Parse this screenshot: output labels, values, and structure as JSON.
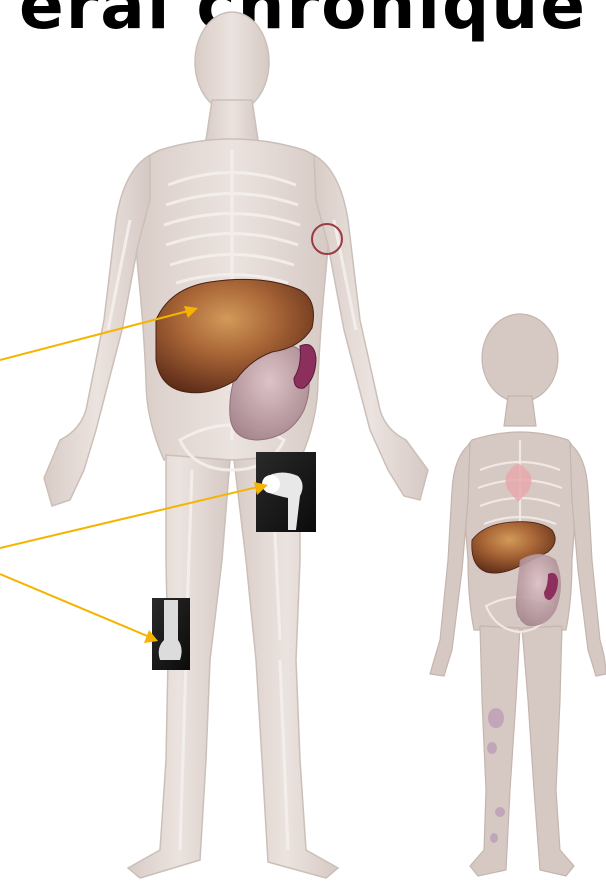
{
  "title_fragment": "éral chronique",
  "colors": {
    "body_skin": "#e7ddd8",
    "body_shadow": "#cfc3bd",
    "bone": "#f2eeeb",
    "liver": "#8b4a2c",
    "liver_highlight": "#c98a4b",
    "spleen": "#8d2f5c",
    "stomach": "#c7a7ad",
    "arrow": "#f5b400",
    "xray_bg": "#111111",
    "circle": "#9b3b44"
  },
  "figures": [
    {
      "name": "adult",
      "parts": [
        "skeleton",
        "liver",
        "spleen",
        "stomach",
        "femur-xray",
        "knee-xray",
        "elbow-marker"
      ]
    },
    {
      "name": "child",
      "parts": [
        "skeleton",
        "liver",
        "spleen",
        "heart",
        "leg-lesions"
      ]
    }
  ],
  "pointers": [
    {
      "name": "liver-pointer",
      "target": "liver"
    },
    {
      "name": "femur-pointer",
      "target": "femur-xray"
    },
    {
      "name": "knee-pointer",
      "target": "knee-xray"
    }
  ]
}
